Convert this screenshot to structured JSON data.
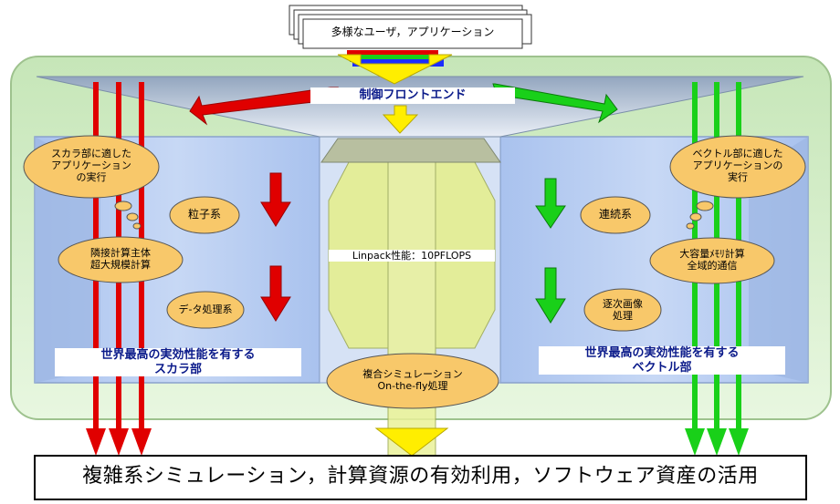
{
  "header": {
    "users": "多様なユーザ，アプリケーション"
  },
  "frontend": {
    "label": "制御フロントエンド"
  },
  "clouds": {
    "left": "スカラ部に適した\nアプリケーション\nの実行",
    "right": "ベクトル部に適した\nアプリケーションの\n実行"
  },
  "ovals": {
    "particle": "粒子系",
    "neighbor": "隣接計算主体\n超大規模計算",
    "data_proc": "デ-タ処理系",
    "continuum": "連続系",
    "large_mem": "大容量ﾒﾓﾘ計算\n全域的通信",
    "image": "逐次画像\n処理",
    "composite": "複合シミュレーション\nOn-the-fly処理"
  },
  "center": {
    "linpack": "Linpack性能：10PFLOPS"
  },
  "scalar": {
    "label": "世界最高の実効性能を有する\nスカラ部"
  },
  "vector": {
    "label": "世界最高の実効性能を有する\nベクトル部"
  },
  "footer": {
    "title": "複雑系シミュレーション，計算資源の有効利用，ソフトウェア資産の活用"
  },
  "colors": {
    "red": "#e00000",
    "green": "#19d019",
    "yellow": "#ffee00",
    "oval": "#f8c86a",
    "frame": "#d9f2d0",
    "box": "#b9cdf0"
  }
}
